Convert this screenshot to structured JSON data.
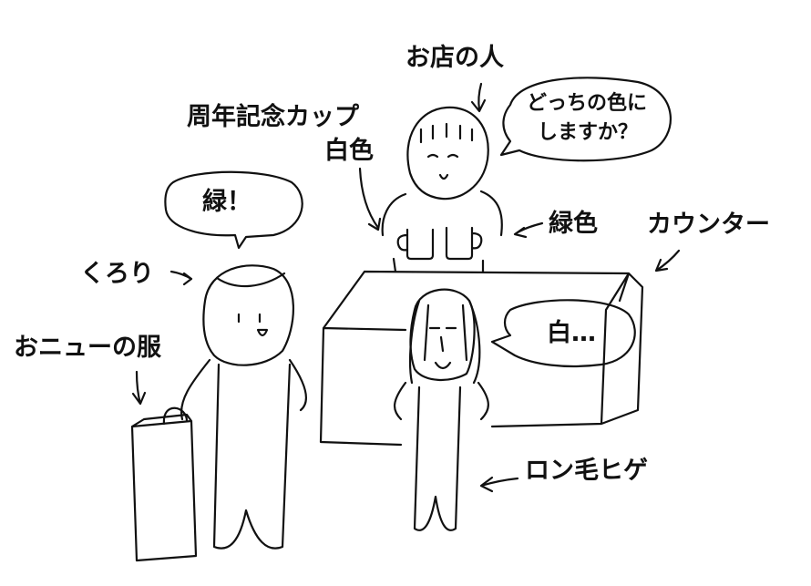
{
  "labels": {
    "shop_person": "お店の人",
    "anniversary_cup": "周年記念カップ",
    "white_color": "白色",
    "green_color": "緑色",
    "counter": "カウンター",
    "kurori": "くろり",
    "new_clothes": "おニューの服",
    "long_hair_beard": "ロン毛ヒゲ"
  },
  "bubbles": {
    "shop_question_line1": "どっちの色に",
    "shop_question_line2": "しますか？",
    "kurori_answer": "緑！",
    "beard_answer": "白…"
  },
  "colors": {
    "ink": "#111111",
    "background": "#ffffff"
  }
}
